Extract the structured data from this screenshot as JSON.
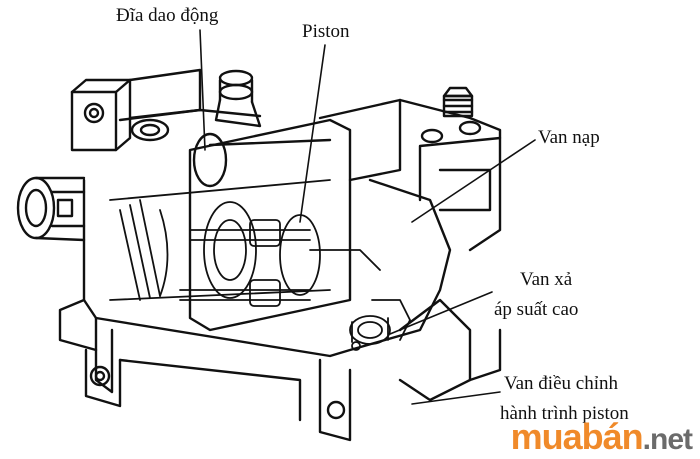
{
  "labels": {
    "swash_plate": "Đĩa dao động",
    "piston": "Piston",
    "intake_valve": "Van nạp",
    "discharge_valve_line1": "Van xả",
    "discharge_valve_line2": "áp suất cao",
    "stroke_valve_line1": "Van điều chỉnh",
    "stroke_valve_line2": "hành trình piston"
  },
  "watermark": {
    "main": "muabán",
    "suffix": ".net"
  },
  "colors": {
    "ink": "#111111",
    "watermark_orange": "#f08a2a",
    "watermark_gray": "#6b6b6b"
  }
}
